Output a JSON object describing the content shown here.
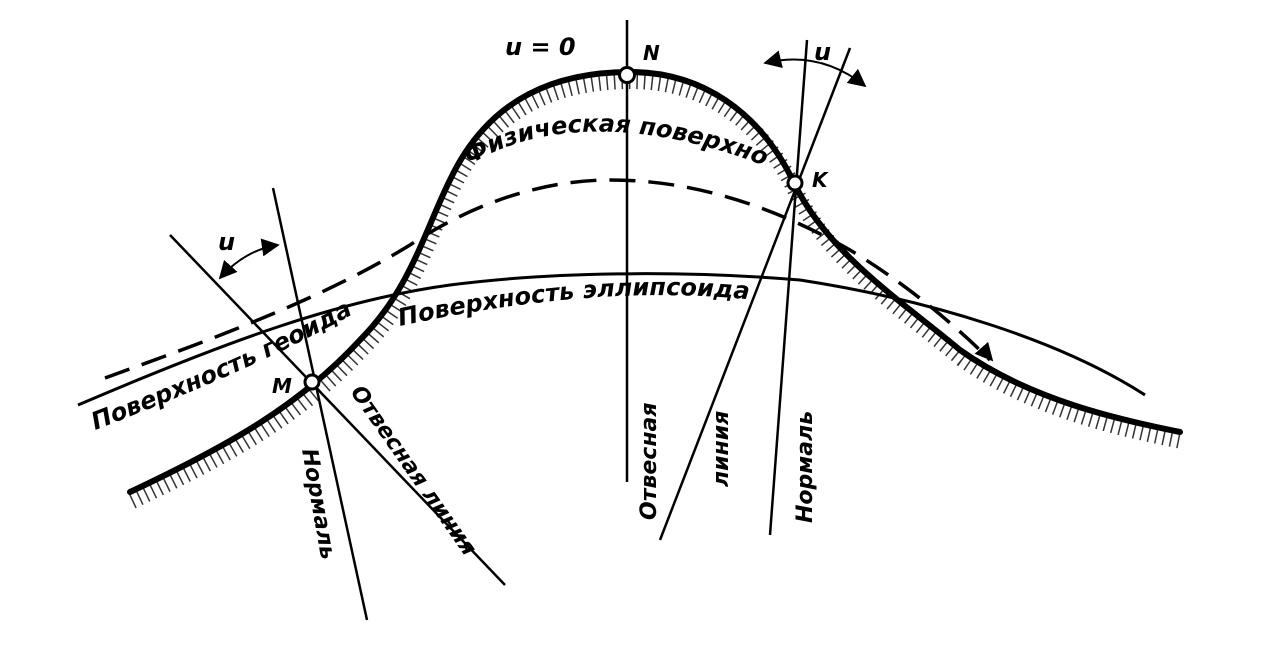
{
  "colors": {
    "ink": "#000000",
    "paper": "#ffffff"
  },
  "labels": {
    "physical_surface": "Физическая поверхность Земли",
    "geoid_surface": "Поверхность геоида",
    "ellipsoid_surface": "Поверхность эллипсоида",
    "plumb_line_m": "Отвесная линия",
    "normal_m": "Нормаль",
    "plumb_line_center_1": "Отвесная",
    "plumb_line_center_2": "линия",
    "normal_k": "Нормаль",
    "u_zero": "u = 0",
    "u_left": "u",
    "u_right": "u"
  },
  "points": {
    "n": "N",
    "m": "M",
    "k": "K"
  }
}
